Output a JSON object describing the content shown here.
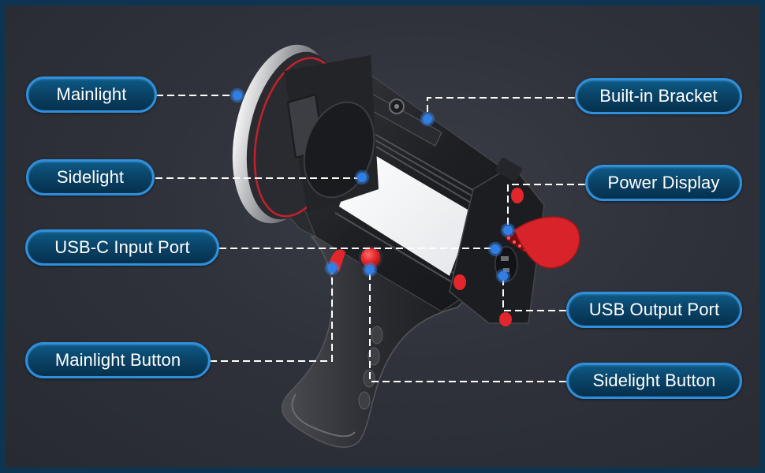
{
  "colors": {
    "frame": "#0d3552",
    "background": "#2f323a",
    "pill_border": "#2f8fdc",
    "pill_fill_top": "#0d5a86",
    "pill_fill_bottom": "#06304d",
    "pill_text": "#ffffff",
    "leader_line": "#ffffff",
    "marker_dot": "#2f7fe6",
    "accent_red": "#e3262b",
    "body_black": "#1e1f23",
    "sidelight_panel": "#f2f3f5"
  },
  "callouts": {
    "left": [
      {
        "id": "mainlight",
        "label": "Mainlight"
      },
      {
        "id": "sidelight",
        "label": "Sidelight"
      },
      {
        "id": "usb-c-input-port",
        "label": "USB-C Input Port"
      },
      {
        "id": "mainlight-button",
        "label": "Mainlight Button"
      }
    ],
    "right": [
      {
        "id": "built-in-bracket",
        "label": "Built-in Bracket"
      },
      {
        "id": "power-display",
        "label": "Power Display"
      },
      {
        "id": "usb-output-port",
        "label": "USB Output Port"
      },
      {
        "id": "sidelight-button",
        "label": "Sidelight Button"
      }
    ]
  },
  "product": {
    "name": "flashlight",
    "power_indicator_leds": 4
  }
}
